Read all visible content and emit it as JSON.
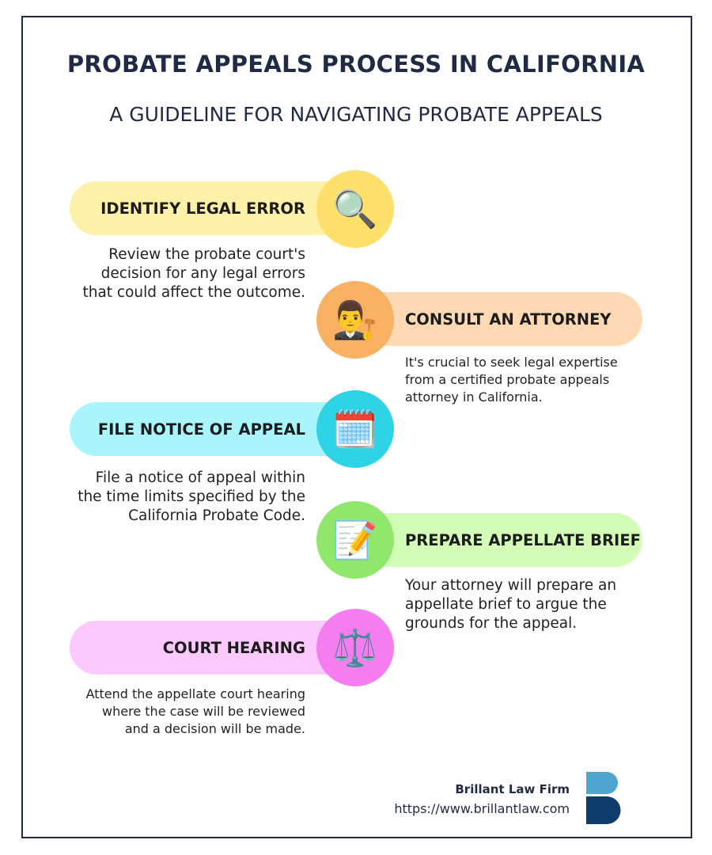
{
  "title": "PROBATE APPEALS PROCESS IN CALIFORNIA",
  "subtitle": "A GUIDELINE FOR NAVIGATING PROBATE APPEALS",
  "steps": [
    {
      "title": "IDENTIFY LEGAL ERROR",
      "icon": "🔍",
      "icon_name": "magnifying-glass-icon",
      "description": "Review the probate court's decision for any legal errors that could affect the outcome.",
      "pill_color": "#fdf0a8",
      "circle_color": "#fde06b"
    },
    {
      "title": "CONSULT AN ATTORNEY",
      "icon": "👨‍⚖️",
      "icon_name": "judge-icon",
      "description": "It's crucial to seek legal expertise from a certified probate appeals attorney in California.",
      "pill_color": "#fed9b4",
      "circle_color": "#f8b062"
    },
    {
      "title": "FILE NOTICE OF APPEAL",
      "icon": "🗓️",
      "icon_name": "calendar-icon",
      "description": "File a notice of appeal within the time limits specified by the California Probate Code.",
      "pill_color": "#aaf4fb",
      "circle_color": "#2fd3e6"
    },
    {
      "title": "PREPARE APPELLATE BRIEF",
      "icon": "📝",
      "icon_name": "memo-icon",
      "description": "Your attorney will prepare an appellate brief to argue the grounds for the appeal.",
      "pill_color": "#d3fcb6",
      "circle_color": "#8fe86c"
    },
    {
      "title": "COURT HEARING",
      "icon": "⚖️",
      "icon_name": "scales-icon",
      "description": "Attend the appellate court hearing where the case will be reviewed and a decision will be made.",
      "pill_color": "#fbc9fb",
      "circle_color": "#f47def"
    }
  ],
  "footer": {
    "firm": "Brillant Law Firm",
    "url": "https://www.brillantlaw.com"
  },
  "colors": {
    "navy": "#1f2a44",
    "logo_top": "#4ea6d0",
    "logo_bottom": "#0f3d6b"
  }
}
